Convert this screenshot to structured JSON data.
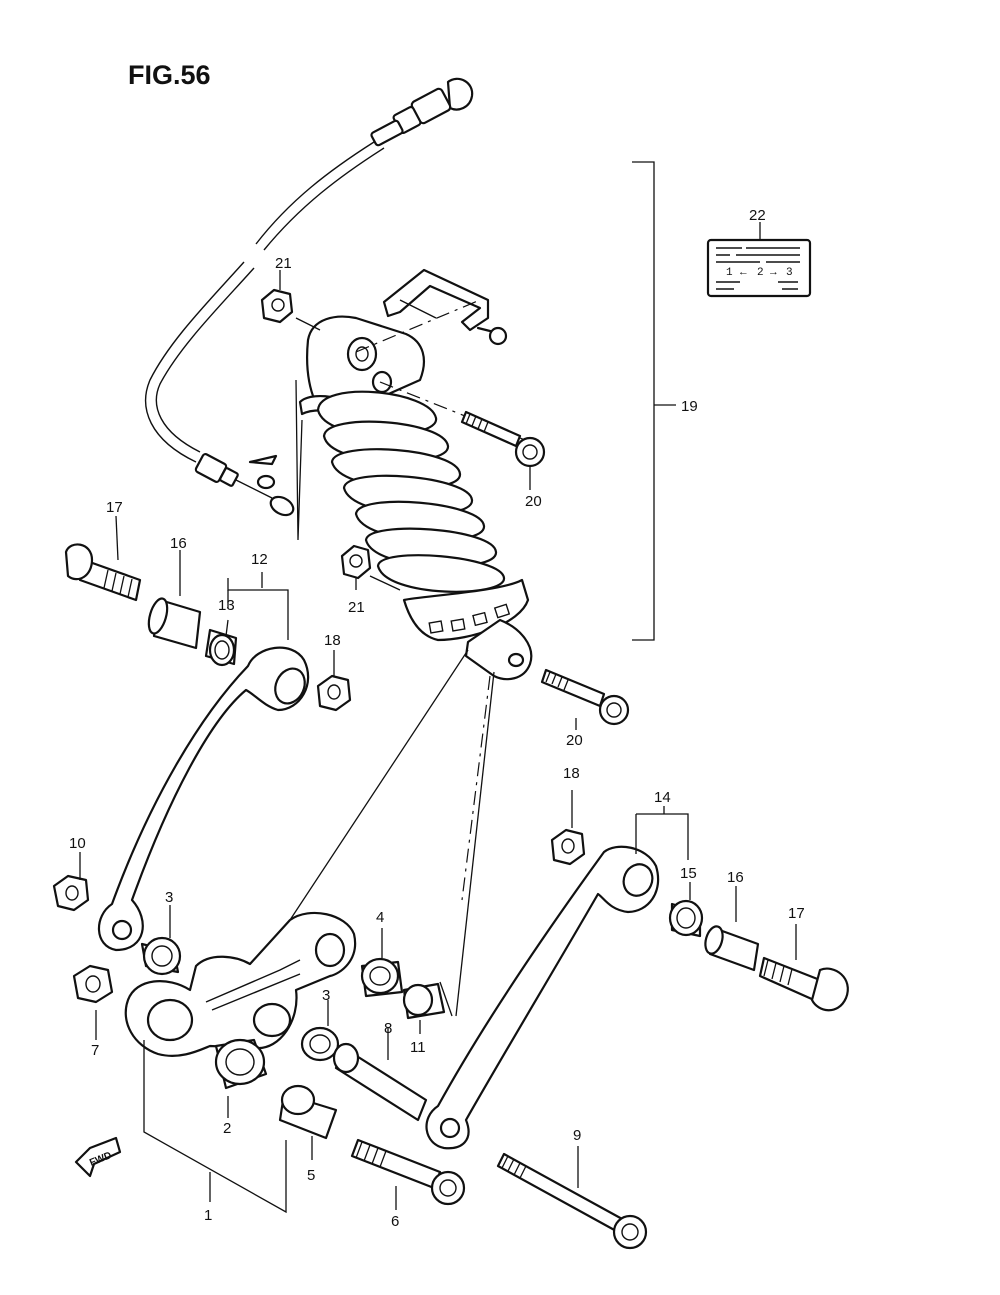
{
  "figure": {
    "title": "FIG.56"
  },
  "caution_label": {
    "sequence": [
      "1",
      "2",
      "3"
    ]
  },
  "fwd_marker": {
    "text": "FWD"
  },
  "callouts": {
    "c1": "1",
    "c2": "2",
    "c3a": "3",
    "c3b": "3",
    "c4": "4",
    "c5": "5",
    "c6": "6",
    "c7": "7",
    "c8": "8",
    "c9": "9",
    "c10": "10",
    "c11": "11",
    "c12": "12",
    "c13": "13",
    "c14": "14",
    "c15": "15",
    "c16a": "16",
    "c16b": "16",
    "c17a": "17",
    "c17b": "17",
    "c18a": "18",
    "c18b": "18",
    "c19": "19",
    "c20a": "20",
    "c20b": "20",
    "c21a": "21",
    "c21b": "21",
    "c22": "22"
  }
}
